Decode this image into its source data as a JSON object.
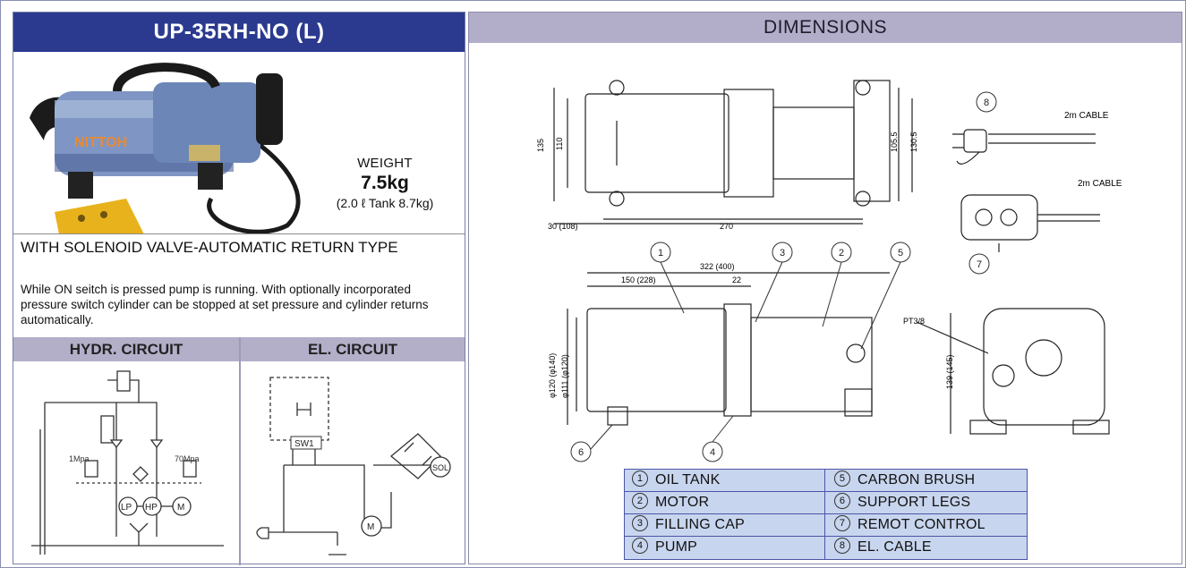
{
  "product": {
    "model": "UP-35RH-NO (L)",
    "photo_brand": "NITTOH",
    "weight_label": "WEIGHT",
    "weight_value": "7.5kg",
    "weight_sub": "(2.0 ℓ  Tank 8.7kg)",
    "type_title": "WITH SOLENOID VALVE-AUTOMATIC RETURN TYPE",
    "description": "While ON seitch is pressed pump is running. With optionally incorporated pressure switch cylinder can be stopped at set pressure and cylinder returns automatically."
  },
  "circuits": {
    "hydr_title": "HYDR. CIRCUIT",
    "el_title": "EL. CIRCUIT",
    "hydr_labels": {
      "low": "1Mpa",
      "high": "70Mpa",
      "lp": "LP",
      "hp": "HP",
      "motor": "M"
    },
    "el_labels": {
      "switch": "SW1",
      "motor": "M",
      "sol": "SOL"
    }
  },
  "dimensions": {
    "title": "DIMENSIONS",
    "top_view": {
      "h135": "135",
      "h110": "110",
      "h1055": "105.5",
      "h1305": "130.5",
      "w30": "30 (108)",
      "w270": "270"
    },
    "side_view": {
      "w322": "322 (400)",
      "w150": "150 (228)",
      "w22": "22",
      "d120": "φ120 (φ140)",
      "d111": "φ111 (φ120)"
    },
    "end_view": {
      "port": "PT3/8",
      "h139": "139 (145)"
    },
    "cable_label_1": "2m CABLE",
    "cable_label_2": "2m CABLE",
    "callouts": [
      "1",
      "2",
      "3",
      "4",
      "5",
      "6",
      "7",
      "8"
    ]
  },
  "legend": [
    {
      "num": "1",
      "label": "OIL TANK"
    },
    {
      "num": "2",
      "label": "MOTOR"
    },
    {
      "num": "3",
      "label": "FILLING CAP"
    },
    {
      "num": "4",
      "label": "PUMP"
    },
    {
      "num": "5",
      "label": "CARBON BRUSH"
    },
    {
      "num": "6",
      "label": "SUPPORT LEGS"
    },
    {
      "num": "7",
      "label": "REMOT CONTROL"
    },
    {
      "num": "8",
      "label": "EL. CABLE"
    }
  ]
}
